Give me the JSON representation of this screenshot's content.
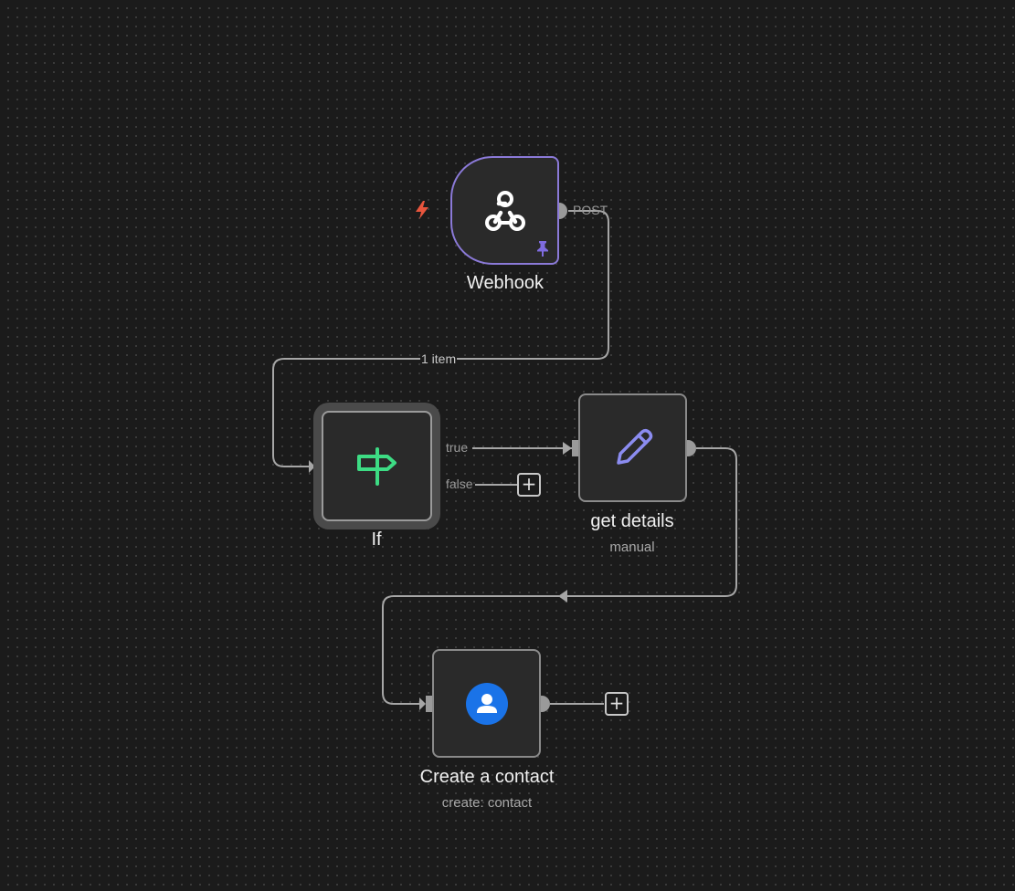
{
  "workflow": {
    "nodes": {
      "webhook": {
        "title": "Webhook",
        "icon": "webhook-icon",
        "output_label": "POST",
        "pinned_icon": "pin-icon",
        "trigger_icon": "lightning-icon",
        "border_color": "#8b7ad8"
      },
      "if": {
        "title": "If",
        "icon": "signpost-icon",
        "icon_color": "#3ddc84",
        "output_true_label": "true",
        "output_false_label": "false"
      },
      "get_details": {
        "title": "get details",
        "subtitle": "manual",
        "icon": "pencil-icon",
        "icon_color": "#8b8cf0"
      },
      "create_contact": {
        "title": "Create a contact",
        "subtitle": "create: contact",
        "icon": "contact-icon",
        "icon_color": "#1a73e8"
      }
    },
    "edges": {
      "webhook_to_if": {
        "label": "1 item"
      }
    },
    "add_button_symbol": "+"
  }
}
